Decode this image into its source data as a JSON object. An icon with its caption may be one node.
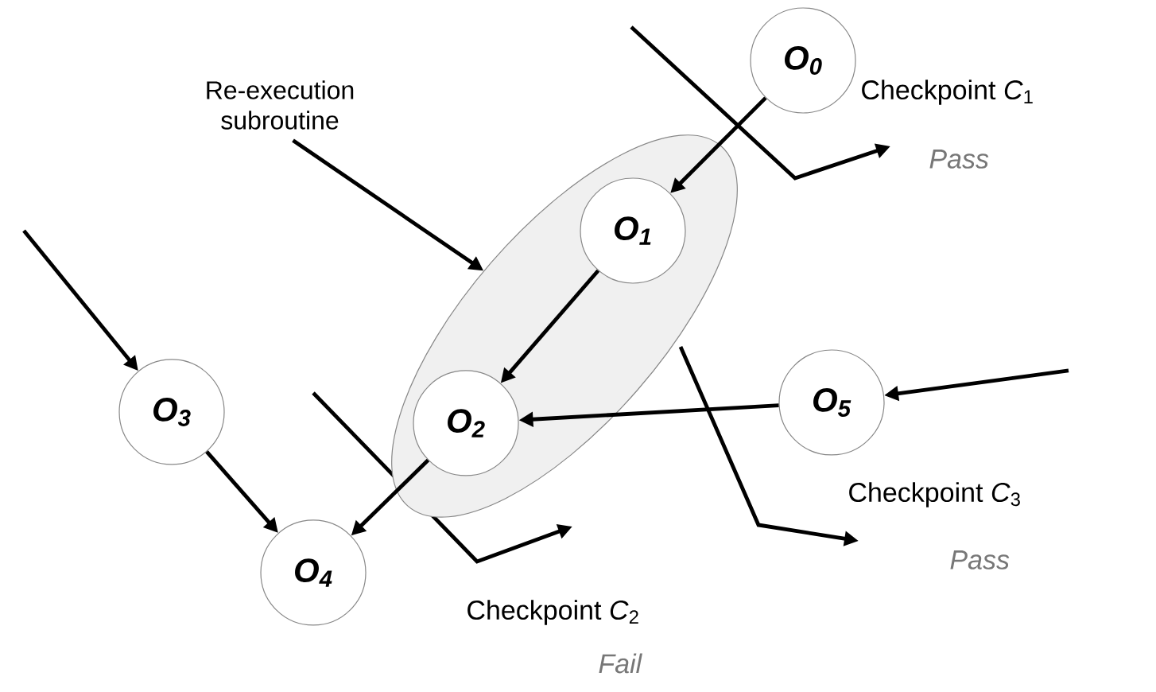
{
  "diagram": {
    "nodes": [
      {
        "text": [
          "O$_{0}$"
        ]
      },
      {
        "text": [
          "Re-execution subroutine"
        ]
      },
      {
        "text": [],
        "shape": "ellipse"
      },
      {
        "text": [
          "O$_{1}$"
        ],
        "in": 2
      },
      {
        "text": [
          "O$_{2}$"
        ],
        "in": 2
      },
      {
        "text": [
          "O$_{3}$"
        ]
      },
      {
        "text": [
          "O$_{5}$"
        ]
      },
      {
        "text": [
          "O$_{4}$"
        ]
      }
    ],
    "edges": [
      {
        "from": 0,
        "to": 3,
        "arrow": "to"
      },
      {
        "from": 3,
        "to": 4,
        "arrow": "to"
      },
      {
        "from": 6,
        "to": 4,
        "arrow": "to"
      },
      {
        "from": 4,
        "to": 7,
        "arrow": "to"
      },
      {
        "from": 5,
        "to": 7,
        "arrow": "to"
      },
      {
        "from": null,
        "to": 5,
        "arrow": "to"
      },
      {
        "from": null,
        "to": 6,
        "arrow": "to"
      },
      {
        "from": 1,
        "to": 2,
        "arrow": "to"
      }
    ],
    "labels": [
      "Checkpoint *C*$_{1}$",
      "Pass",
      "Checkpoint *C*$_{3}$",
      "Pass",
      "Checkpoint *C*$_{2}$",
      "Fail"
    ]
  }
}
